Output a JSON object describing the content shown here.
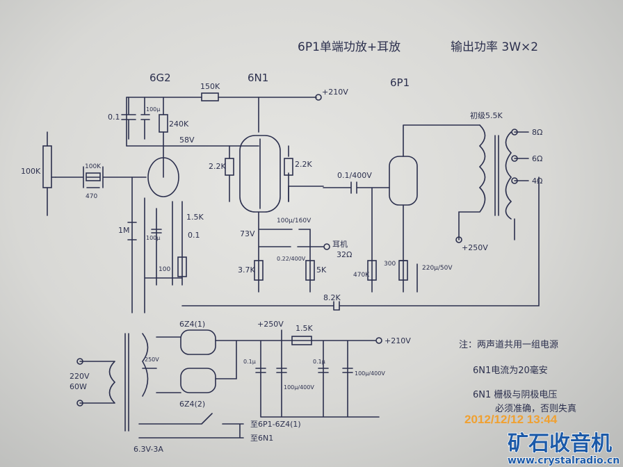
{
  "title": "6P1单端功放+耳放",
  "power_spec": "输出功率 3W×2",
  "tubes": {
    "preamp": "6G2",
    "driver": "6N1",
    "output": "6P1",
    "rect1": "6Z4(1)",
    "rect2": "6Z4(2)"
  },
  "labels": {
    "r150k": "150K",
    "b210_top": "+210V",
    "c01": "0.1",
    "c100u": "100μ",
    "r240k": "240K",
    "v58": "58V",
    "r22k_l": "2.2K",
    "r22k_r": "2.2K",
    "c01_400": "0.1/400V",
    "primary": "初级5.5K",
    "o8": "8Ω",
    "o6": "6Ω",
    "o4": "4Ω",
    "vol": "100K",
    "r100k": "100K",
    "c470": "470",
    "r1m": "1M",
    "r15k": "1.5K",
    "c100u_b": "100μ",
    "c01_b": "0.1",
    "v73": "73V",
    "c100_160": "100μ/160V",
    "hp": "耳机",
    "hp_imp": "32Ω",
    "c022": "0.22/400V",
    "r37k": "3.7K",
    "r5k": "5K",
    "r470k": "470K",
    "r300": "300",
    "c220_50": "220μ/50V",
    "b250": "+250V",
    "r100": "100",
    "r82k": "8.2K",
    "b250_ps": "+250V",
    "r15k_ps": "1.5K",
    "b210_ps": "+210V",
    "c01u_a": "0.1μ",
    "c100_400_a": "100μ/400V",
    "c01u_b": "0.1μ",
    "c100_400_b": "100μ/400V",
    "mains": "220V",
    "mains_w": "60W",
    "sec": "250V",
    "to6p1": "至6P1-6Z4(1)",
    "to6n1": "至6N1",
    "heater": "6.3V-3A"
  },
  "notes": [
    "注：两声道共用一组电源",
    "6N1电流为20毫安",
    "6N1 栅极与阴极电压",
    "必须准确，否则失真"
  ],
  "timestamp": "2012/12/12 13:44",
  "watermark": {
    "name": "矿石收音机",
    "url": "www.crystalradio.cn"
  }
}
